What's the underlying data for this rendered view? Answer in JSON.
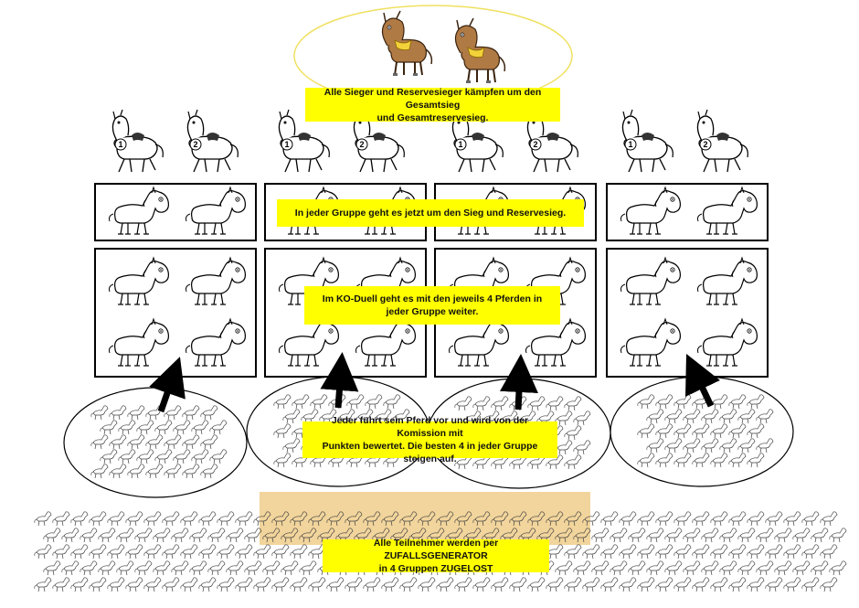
{
  "notes": {
    "overall": "Alle Sieger und Reservesieger kämpfen um den Gesamtsieg\nund Gesamtreservesieg.",
    "group_final": "In jeder Gruppe geht es jetzt um den Sieg und Reservesieg.",
    "ko_duel": "Im KO-Duell geht es mit den jeweils 4 Pferden in\njeder Gruppe weiter.",
    "presentation": "Jeder führt sein Pferd vor und wird von der Komission mit\nPunkten bewertet. Die besten 4 in jeder Gruppe steigen auf.",
    "random_draw": "Alle Teilnehmer werden per ZUFALLSGENERATOR\nin 4 Gruppen ZUGELOST"
  },
  "badges": [
    "1",
    "2"
  ],
  "colors": {
    "highlight": "#ffff00",
    "champion_ellipse": "#f0e060",
    "champion_horse": "#b07a45",
    "ribbon": "#f2d13a",
    "crowd_bg": "#e8b24a",
    "outline": "#000000"
  },
  "icons": [
    "champion-horse-icon",
    "winner-horse-icon",
    "cartoon-horse-icon",
    "sketch-horse-icon",
    "up-arrow-icon"
  ]
}
